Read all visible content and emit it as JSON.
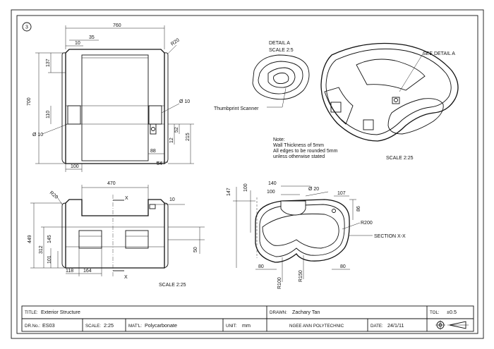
{
  "sheet_number": "3",
  "front_view": {
    "dims": [
      "760",
      "35",
      "10",
      "137",
      "700",
      "110",
      "Ø 10",
      "Ø 10",
      "R20",
      "52",
      "12",
      "215",
      "88",
      "54",
      "100"
    ]
  },
  "detail": {
    "title": "DETAIL    A",
    "scale": "SCALE   2:5",
    "callout": "Thumbprint Scanner"
  },
  "iso_view": {
    "see_detail": "SEE DETAIL     A",
    "scale": "SCALE    2:25"
  },
  "note": {
    "heading": "Note:",
    "lines": [
      "Wall Thickness of 5mm",
      "All edges to be rounded 5mm",
      "unless otherwise stated"
    ]
  },
  "section_front": {
    "dims": [
      "470",
      "10",
      "R20",
      "449",
      "312",
      "145",
      "101",
      "118",
      "164",
      "50"
    ],
    "cut_labels": [
      "X",
      "X"
    ],
    "scale": "SCALE    2:25"
  },
  "section_view": {
    "dims": [
      "147",
      "100",
      "140",
      "100",
      "Ø 20",
      "107",
      "86",
      "R200",
      "80",
      "80",
      "R100",
      "R150"
    ],
    "title": "SECTION    X-X"
  },
  "title_block": {
    "title_label": "TITLE:",
    "title_value": "Exterior Structure",
    "drawn_label": "DRAWN:",
    "drawn_value": "Zachary Tan",
    "tol_label": "TOL:",
    "tol_value": "±0.5",
    "drno_label": "DR.No.:",
    "drno_value": "ES03",
    "scale_label": "SCALE:",
    "scale_value": "2:25",
    "matl_label": "MAT'L:",
    "matl_value": "Polycarbonate",
    "unit_label": "UNIT:",
    "unit_value": "mm",
    "institution": "NGEE ANN POLYTECHNIC",
    "date_label": "DATE:",
    "date_value": "24/1/11"
  },
  "icons": [
    "projection-symbol-icon"
  ]
}
